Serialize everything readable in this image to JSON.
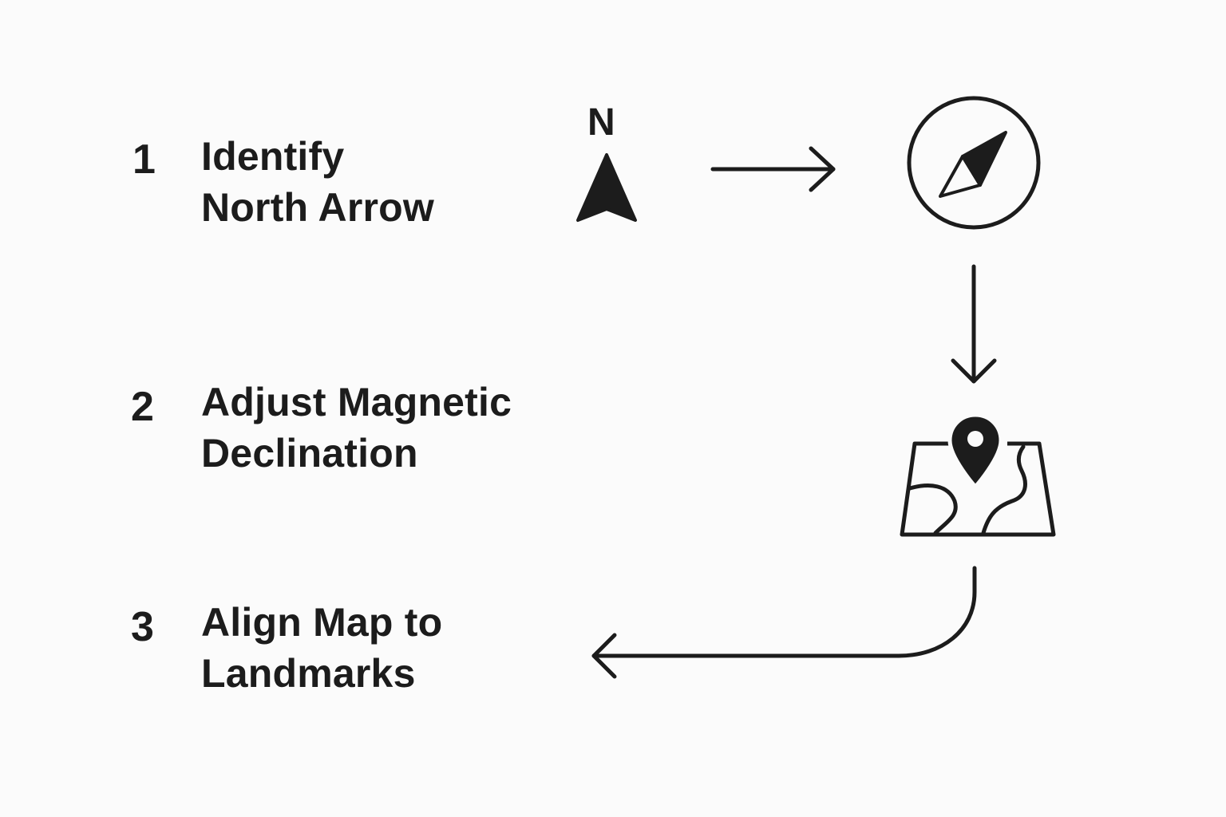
{
  "steps": [
    {
      "number": "1",
      "line1": "Identify",
      "line2": "North Arrow"
    },
    {
      "number": "2",
      "line1": "Adjust Magnetic",
      "line2": "Declination"
    },
    {
      "number": "3",
      "line1": "Align Map to",
      "line2": "Landmarks"
    }
  ],
  "north_arrow": {
    "letter": "N"
  },
  "icons": [
    "north-arrow-icon",
    "compass-icon",
    "map-pin-icon"
  ],
  "colors": {
    "ink": "#1c1c1c",
    "background": "#fbfbfb"
  }
}
